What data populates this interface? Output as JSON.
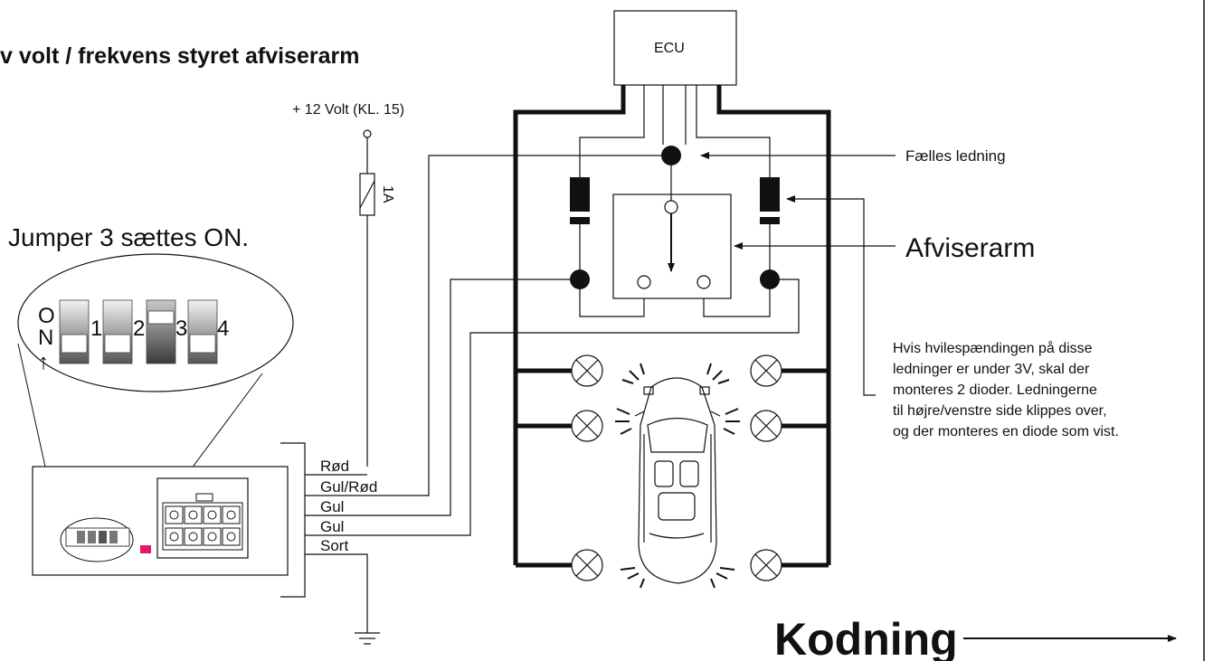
{
  "title": "v volt / frekvens styret afviserarm",
  "supply_label": "+ 12 Volt (KL. 15)",
  "fuse_label": "1A",
  "ecu_label": "ECU",
  "common_wire_label": "Fælles ledning",
  "arm_label": "Afviserarm",
  "jumper_label": "Jumper 3 sættes ON.",
  "dip": {
    "on_letters": [
      "O",
      "N"
    ],
    "on_arrow": "↑",
    "numbers": [
      "1",
      "2",
      "3",
      "4"
    ]
  },
  "wires": [
    "Rød",
    "Gul/Rød",
    "Gul",
    "Gul",
    "Sort"
  ],
  "note_lines": [
    "Hvis hvilespændingen på disse",
    "ledninger er under 3V, skal der",
    "monteres 2 dioder. Ledningerne",
    "til højre/venstre side klippes over,",
    "og der monteres en diode som vist."
  ],
  "kodning": "Kodning",
  "colors": {
    "led": "#e0176a",
    "ink": "#111111"
  }
}
